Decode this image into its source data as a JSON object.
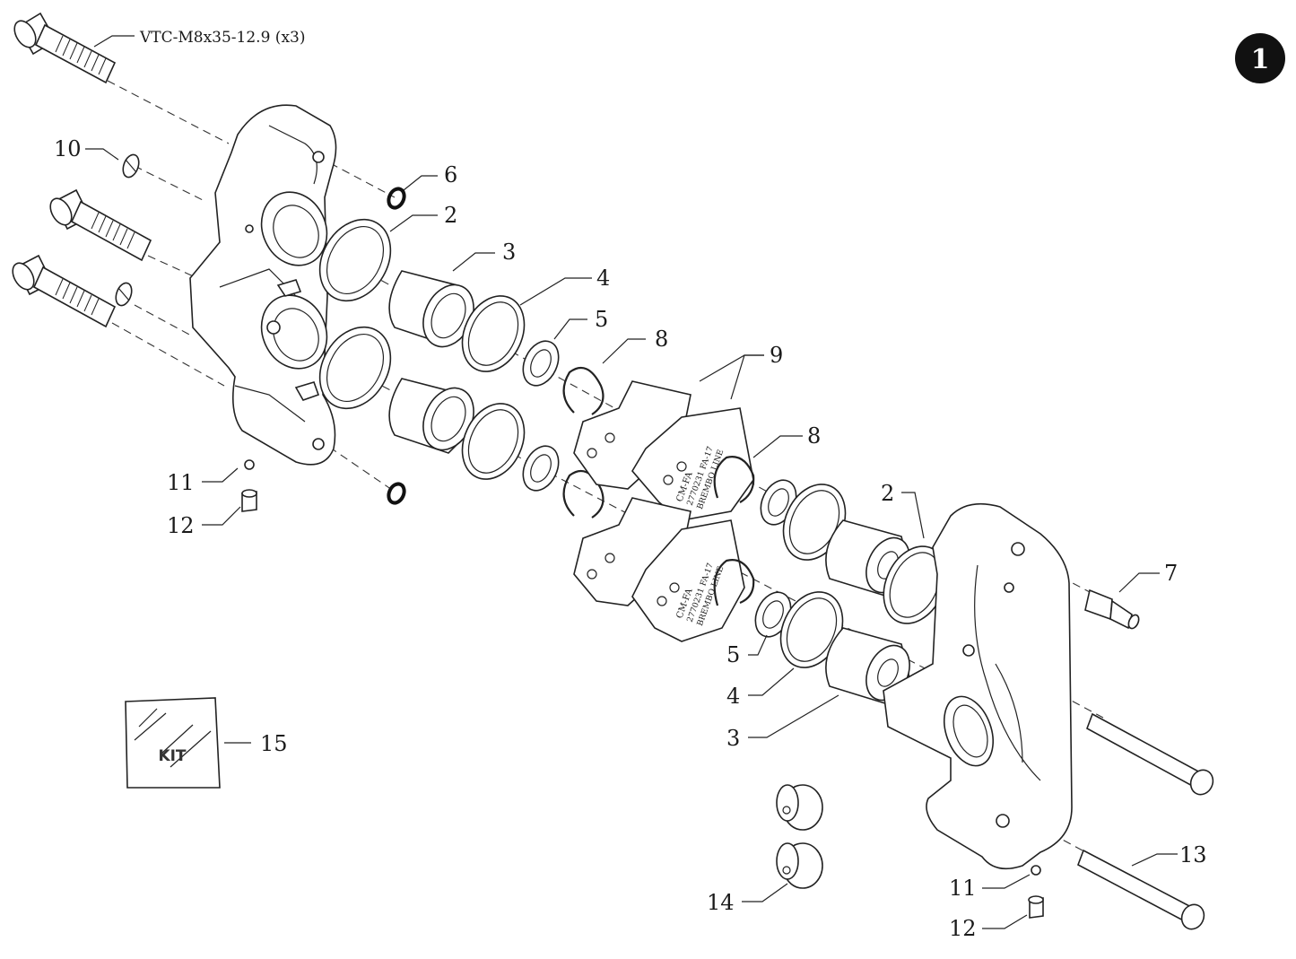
{
  "badge": {
    "label": "1",
    "color": "#111111"
  },
  "spec_label": "VTC-M8x35-12.9 (x3)",
  "kit_label": "KIT",
  "callouts": {
    "c2a": "2",
    "c3a": "3",
    "c4a": "4",
    "c5a": "5",
    "c6": "6",
    "c7": "7",
    "c8a": "8",
    "c8b": "8",
    "c9": "9",
    "c10": "10",
    "c11a": "11",
    "c11b": "11",
    "c12a": "12",
    "c12b": "12",
    "c13": "13",
    "c14": "14",
    "c15": "15",
    "c2b": "2",
    "c3b": "3",
    "c4b": "4",
    "c5b": "5"
  },
  "pad_markings": {
    "pad1_line1": "CM-FA",
    "pad1_line2": "2770231 FA-17",
    "pad1_line3": "BREMBO LINE",
    "pad2_line1": "CM-FA",
    "pad2_line2": "2770231 FA-17",
    "pad2_line3": "BREMBO LINE"
  }
}
